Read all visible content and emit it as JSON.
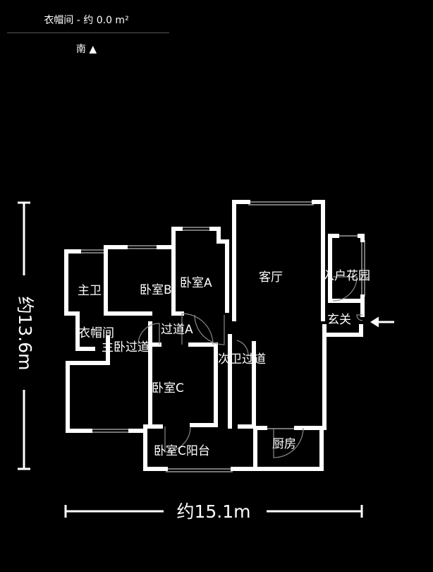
{
  "header": {
    "title": "衣帽间 - 约 0.0 m²",
    "compass": "南 ▲"
  },
  "dimensions": {
    "height_label": "约13.6m",
    "width_label": "约15.1m"
  },
  "rooms": {
    "master_bath": "主卫",
    "bedroom_b": "卧室B",
    "bedroom_a": "卧室A",
    "living_room": "客厅",
    "entry_garden": "入户花园",
    "foyer": "玄关",
    "walk_in_closet": "衣帽间",
    "corridor_a": "过道A",
    "master_corridor": "主卧过道",
    "secondary_bath_corridor": "次卫过道",
    "bedroom_c": "卧室C",
    "bedroom_c_balcony": "卧室C阳台",
    "kitchen": "厨房"
  },
  "colors": {
    "background": "#000000",
    "walls": "#ffffff",
    "window": "#9a9a9a",
    "door": "#8a8a8a"
  },
  "icons": {
    "entrance": "arrow-left-icon"
  }
}
